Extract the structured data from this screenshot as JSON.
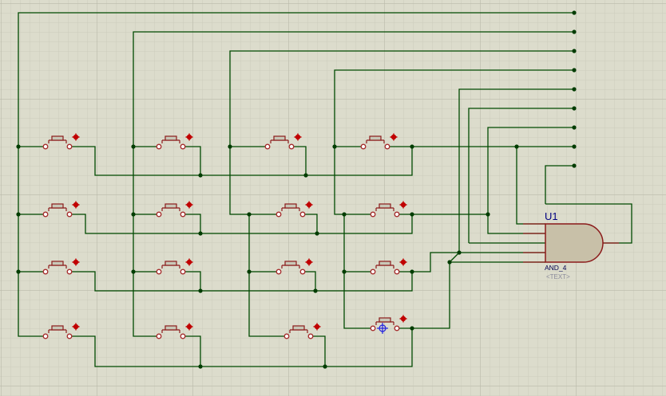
{
  "schematic": {
    "component": {
      "reference": "U1",
      "type": "AND_4",
      "text_placeholder": "<TEXT>"
    },
    "buttons": {
      "rows": 4,
      "columns": 4
    },
    "colors": {
      "background": "#dcdccc",
      "grid_minor": "#c9c9b9",
      "grid_major": "#b9b9a9",
      "wire": "#004a00",
      "component_outline": "#8b1a1a",
      "gate_fill": "#c8c0a8",
      "reference_label": "#000080",
      "probe": "#c00000"
    },
    "icons": {
      "button": "push-button-icon",
      "gate": "and-gate-icon",
      "cursor": "crosshair-cursor-icon"
    }
  }
}
